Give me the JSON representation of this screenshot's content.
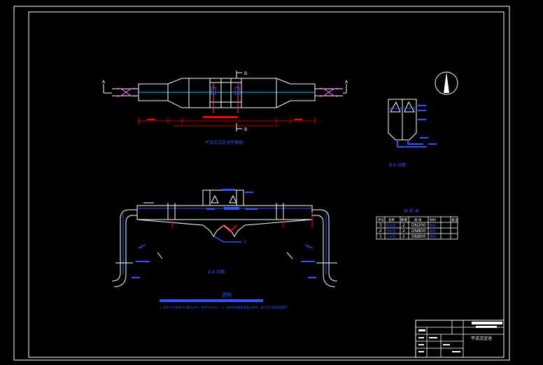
{
  "drawing": {
    "colors": {
      "background": "#000000",
      "frame": "#ffffff",
      "dimension": "#ff0000",
      "annotation": "#3355ff",
      "structure": "#ffffff",
      "pipe_fill": "#000000"
    },
    "labels": {
      "section_marker": "B",
      "section_left": "A",
      "section_right": "A",
      "plan_title": "平流式沉淀池平面图",
      "section_bb_title": "B-B 剖面",
      "section_aa_title": "A-A 剖面",
      "notes_title": "说明",
      "notes_text": "1. 图中尺寸除管径以毫米计外，其余均以米计；2. 池体采用钢筋混凝土结构，施工时注意预埋管件。",
      "pipe_tag_1": "1",
      "pipe_tag_2": "2",
      "pipe_tag_3": "3"
    },
    "material_table": {
      "title": "材 料 表",
      "headers": [
        "序号",
        "名称",
        "数量",
        "规 格",
        "材料",
        "备注"
      ],
      "rows": [
        [
          "3",
          "排泥管",
          "2",
          "DN200",
          "钢管",
          ""
        ],
        [
          "2",
          "出水管",
          "2",
          "DN800",
          "钢管",
          ""
        ],
        [
          "1",
          "入水管",
          "2",
          "DN800",
          "钢管",
          ""
        ]
      ]
    },
    "title_block": {
      "drawing_name": "平流沉淀池"
    }
  }
}
